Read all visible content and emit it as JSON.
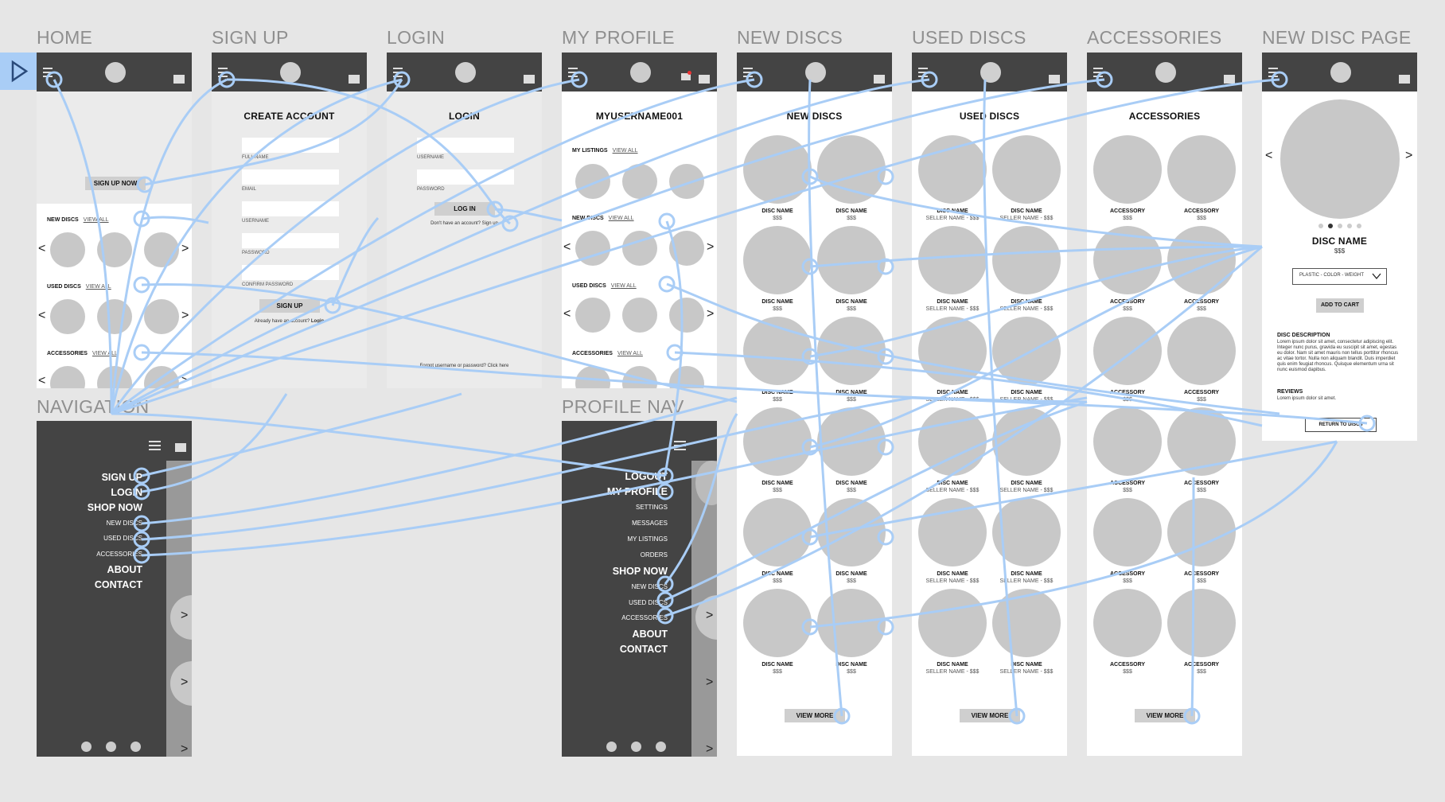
{
  "frames": {
    "home": "HOME",
    "signup": "SIGN UP",
    "login": "LOGIN",
    "profile": "MY PROFILE",
    "newdiscs": "NEW DISCS",
    "useddiscs": "USED DISCS",
    "accessories": "ACCESSORIES",
    "newdiscpage": "NEW DISC PAGE",
    "navigation": "NAVIGATION",
    "profilenav": "PROFILE NAV"
  },
  "home": {
    "signup_btn": "SIGN UP NOW",
    "new_discs": "NEW DISCS",
    "used_discs": "USED DISCS",
    "accessories": "ACCESSORIES",
    "view_all": "VIEW ALL"
  },
  "signup": {
    "title": "CREATE ACCOUNT",
    "fields": [
      "FULL NAME",
      "EMAIL",
      "USERNAME",
      "PASSWORD",
      "CONFIRM PASSWORD"
    ],
    "button": "SIGN UP",
    "already": "Already have an account?",
    "login_link": "Login"
  },
  "login": {
    "title": "LOGIN",
    "fields": [
      "USERNAME",
      "PASSWORD"
    ],
    "button": "LOG IN",
    "no_account": "Don't have an account? Sign up",
    "forgot": "Forgot username or password? Click here"
  },
  "profile": {
    "username": "MYUSERNAME001",
    "my_listings": "MY LISTINGS",
    "new_discs": "NEW DISCS",
    "used_discs": "USED DISCS",
    "accessories": "ACCESSORIES",
    "view_all": "VIEW ALL"
  },
  "newdiscs": {
    "title": "NEW DISCS",
    "item": "DISC NAME",
    "price": "$$$",
    "view_more": "VIEW MORE"
  },
  "useddiscs": {
    "title": "USED DISCS",
    "item": "DISC NAME",
    "price": "SELLER NAME - $$$",
    "view_more": "VIEW MORE"
  },
  "accessories": {
    "title": "ACCESSORIES",
    "item": "ACCESSORY",
    "price": "$$$",
    "view_more": "VIEW MORE"
  },
  "discpage": {
    "name": "DISC NAME",
    "price": "$$$",
    "select": "PLASTIC - COLOR - WEIGHT",
    "add_to_cart": "ADD TO CART",
    "desc_title": "DISC DESCRIPTION",
    "desc": "Lorem ipsum dolor sit amet, consectetur adipiscing elit. Integer nunc purus, gravida eu suscipit sit amet, egestas eu dolor. Nam sit amet mauris non tellus porttitor rhoncus ac vitae tortor. Nulla non aliquam blandit. Duis imperdiet quis enim feugiat rhoncus. Quisque elementum urna sit nunc euismod dapibus.",
    "reviews_title": "REVIEWS",
    "reviews": "Lorem ipsum dolor sit amet.",
    "return_btn": "RETURN TO DISCS"
  },
  "navigation": {
    "signup": "SIGN UP",
    "login": "LOGIN",
    "shop_now": "SHOP NOW",
    "new_discs": "NEW DISCS",
    "used_discs": "USED DISCS",
    "accessories": "ACCESSORIES",
    "about": "ABOUT",
    "contact": "CONTACT"
  },
  "profilenav": {
    "logout": "LOGOUT",
    "my_profile": "MY PROFILE",
    "settings": "SETTINGS",
    "messages": "MESSAGES",
    "my_listings": "MY LISTINGS",
    "orders": "ORDERS",
    "shop_now": "SHOP NOW",
    "new_discs": "NEW DISCS",
    "used_discs": "USED DISCS",
    "accessories": "ACCESSORIES",
    "about": "ABOUT",
    "contact": "CONTACT"
  },
  "colors": {
    "link": "#a9cdf6",
    "bar": "#444444",
    "placeholder": "#c8c8c8",
    "canvas": "#e6e6e6"
  },
  "icons": [
    "play-icon",
    "menu-icon",
    "cart-icon",
    "avatar-icon",
    "chevron-left-icon",
    "chevron-right-icon",
    "chevron-down-icon"
  ]
}
